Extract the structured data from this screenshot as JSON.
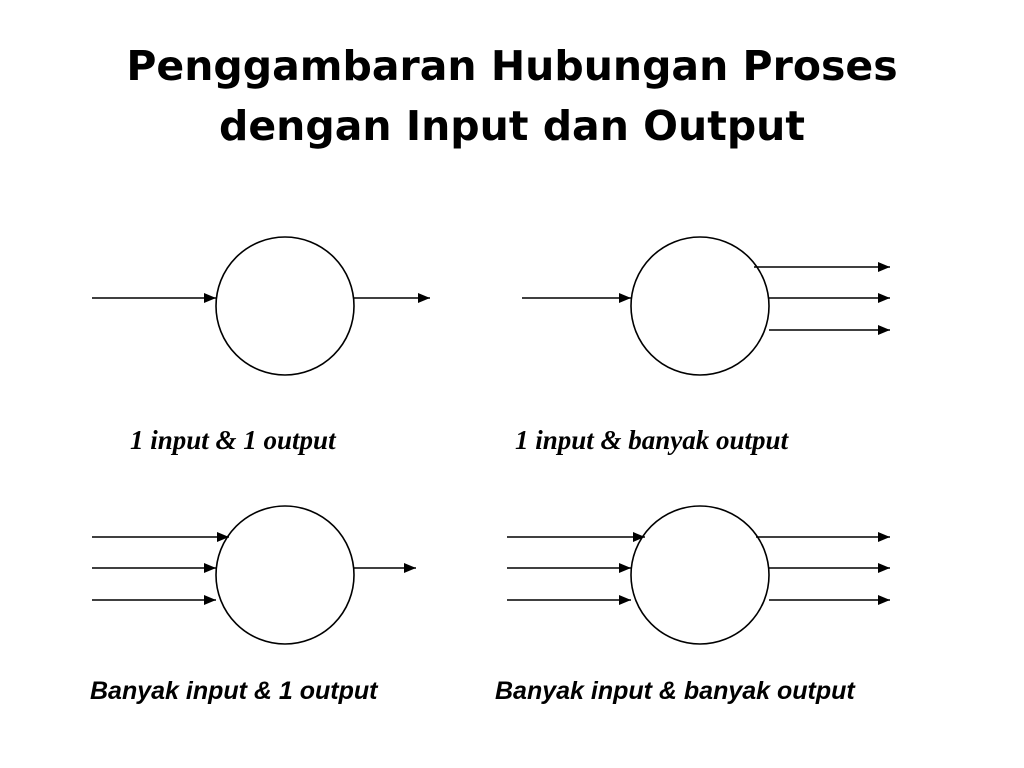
{
  "slide": {
    "title_line1": "Penggambaran Hubungan Proses",
    "title_line2": "dengan Input dan Output"
  },
  "diagrams": [
    {
      "caption": "1 input & 1 output",
      "inputs": 1,
      "outputs": 1
    },
    {
      "caption": "1 input & banyak output",
      "inputs": 1,
      "outputs": 3
    },
    {
      "caption": "Banyak input & 1 output",
      "inputs": 3,
      "outputs": 1
    },
    {
      "caption": "Banyak input & banyak output",
      "inputs": 3,
      "outputs": 3
    }
  ],
  "colors": {
    "stroke": "#000000",
    "background": "#ffffff"
  }
}
